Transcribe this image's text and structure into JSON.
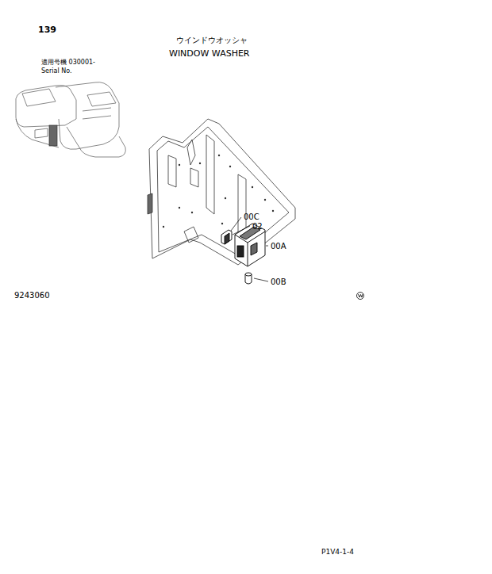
{
  "diagram": {
    "title": "WINDOW WASHER",
    "labels": [
      "139",
      "ウインドウオッシャ",
      "適用号機 030001-",
      "Serial No.",
      "00C",
      "02",
      "00A",
      "00B",
      "9243060",
      "P1V4-1-4"
    ]
  }
}
